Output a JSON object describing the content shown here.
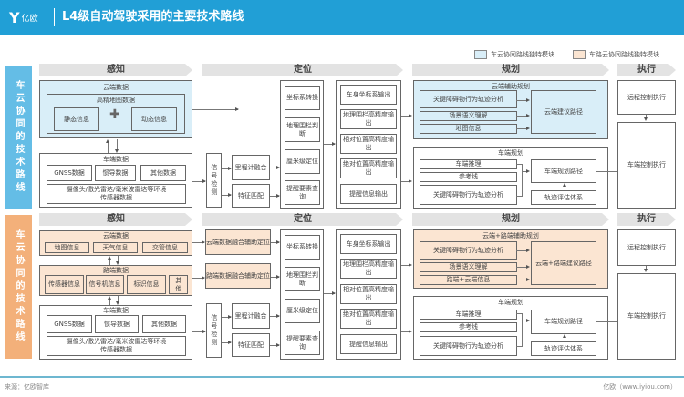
{
  "header": {
    "logo_text": "亿欧",
    "title": "L4级自动驾驶采用的主要技术路线"
  },
  "legend": [
    {
      "label": "车云协同路线独特模块",
      "color": "#d9eef8"
    },
    {
      "label": "车路云协同路线独特模块",
      "color": "#fbe5d2"
    }
  ],
  "colors": {
    "header": "#219fd6",
    "sidebar_top": "#64bde6",
    "sidebar_bottom": "#f3b07a",
    "cloud_module": "#d9eef8",
    "road_module": "#fbe5d2"
  },
  "stages": [
    "感知",
    "定位",
    "规划",
    "执行"
  ],
  "top": {
    "sidebar": "车云协同的技术路线",
    "perception": {
      "cloud_title": "云端数据",
      "hdmap_title": "高精地图数据",
      "static": "静态信息",
      "dynamic": "动态信息",
      "vehicle_title": "车端数据",
      "gnss": "GNSS数据",
      "inertial": "惯导数据",
      "other": "其他数据",
      "sensors": "摄像头/激光雷达/毫米波雷达等环境传感器数据"
    },
    "localization": {
      "signal": "信号检测",
      "odometer": "里程计融合",
      "feature": "特征匹配",
      "ops": [
        "坐标系转换",
        "地理围栏判断",
        "厘米级定位",
        "提醒要素查询"
      ],
      "outputs": [
        "车身坐标系输出",
        "地理围栏高精度输出",
        "相对位置高精度输出",
        "绝对位置高精度输出",
        "提醒信息输出"
      ]
    },
    "planning": {
      "cloud_title": "云端辅助规划",
      "cloud_items": [
        "关键障碍物行为轨迹分析",
        "场景语义理解",
        "地图信息"
      ],
      "cloud_result": "云端建议路径",
      "vehicle_title": "车端规划",
      "vehicle_items": [
        "车端推理",
        "参考线",
        "关键障碍物行为轨迹分析"
      ],
      "vehicle_result": "车端规划路径",
      "eval": "轨迹评估体系"
    },
    "execution": {
      "remote": "远程控制执行",
      "vehicle": "车端控制执行"
    }
  },
  "bottom": {
    "sidebar": "车云协同的技术路线",
    "perception": {
      "cloud_title": "云端数据",
      "cloud_items": [
        "地图信息",
        "天气信息",
        "交管信息"
      ],
      "road_title": "路端数据",
      "road_items": [
        "传感器信息",
        "信号机信息",
        "标识信息",
        "其他"
      ],
      "vehicle_title": "车端数据",
      "gnss": "GNSS数据",
      "inertial": "惯导数据",
      "other": "其他数据",
      "sensors": "摄像头/激光雷达/毫米波雷达等环境传感器数据"
    },
    "localization": {
      "cloud_fusion": "云端数据融合辅助定位",
      "road_fusion": "路端数据融合辅助定位",
      "signal": "信号检测",
      "odometer": "里程计融合",
      "feature": "特征匹配",
      "ops": [
        "坐标系转换",
        "地理围栏判断",
        "厘米级定位",
        "提醒要素查询"
      ],
      "outputs": [
        "车身坐标系输出",
        "地理围栏高精度输出",
        "相对位置高精度输出",
        "绝对位置高精度输出",
        "提醒信息输出"
      ]
    },
    "planning": {
      "cloud_title": "云端+路端辅助规划",
      "cloud_items": [
        "关键障碍物行为轨迹分析",
        "场景语义理解",
        "路端+云端信息"
      ],
      "cloud_result": "云端+路端建议路径",
      "vehicle_title": "车端规划",
      "vehicle_items": [
        "车端推理",
        "参考线",
        "关键障碍物行为轨迹分析"
      ],
      "vehicle_result": "车端规划路径",
      "eval": "轨迹评估体系"
    },
    "execution": {
      "remote": "远程控制执行",
      "vehicle": "车端控制执行"
    }
  },
  "footer": {
    "source": "来源：亿欧智库",
    "site": "亿欧（www.iyiou.com）"
  }
}
